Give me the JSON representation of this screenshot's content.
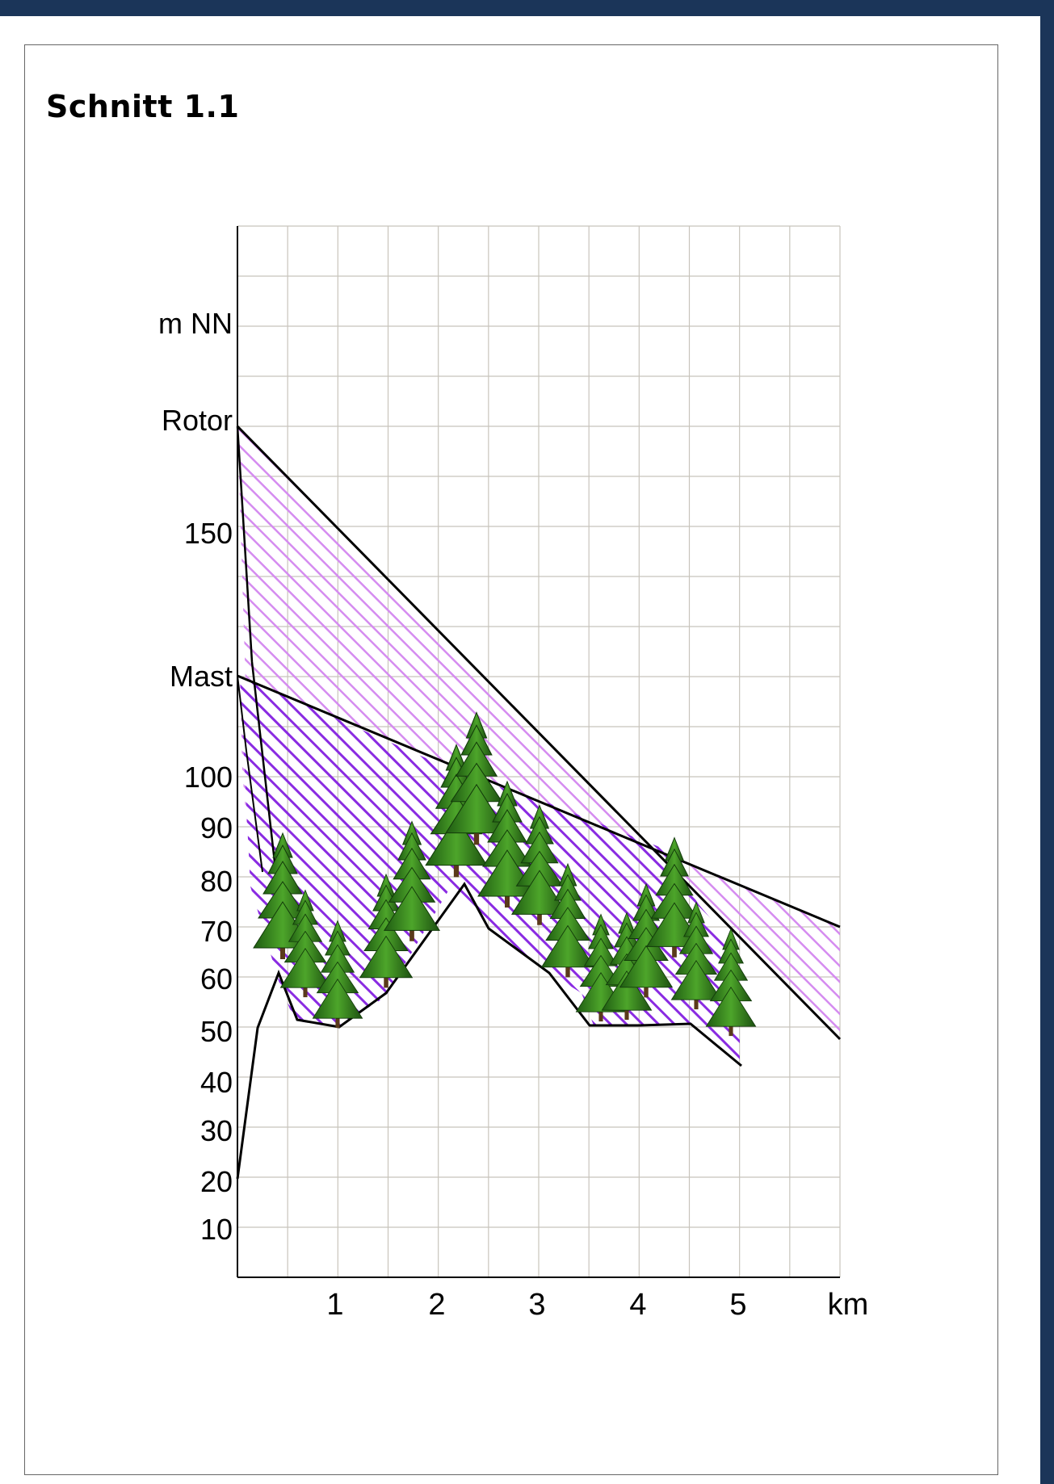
{
  "title": "Schnitt 1.1",
  "axis": {
    "y_unit": "m NN",
    "x_unit": "km",
    "y_ticks": [
      "10",
      "20",
      "30",
      "40",
      "50",
      "60",
      "70",
      "80",
      "90",
      "100",
      "150"
    ],
    "y_markers": [
      "Rotor",
      "Mast"
    ],
    "x_ticks": [
      "1",
      "2",
      "3",
      "4",
      "5"
    ]
  },
  "colors": {
    "background_frame": "#1b3559",
    "grid": "#c8c4bc",
    "hatch_dark": "#8a2be2",
    "hatch_light": "#d58cf0",
    "tree": "#2e7d1a"
  },
  "terrain_profile_km_m": [
    [
      0,
      20
    ],
    [
      0.2,
      50
    ],
    [
      0.4,
      60
    ],
    [
      0.6,
      50
    ],
    [
      1.0,
      45
    ],
    [
      1.5,
      57
    ],
    [
      2.0,
      75
    ],
    [
      2.3,
      80
    ],
    [
      2.5,
      70
    ],
    [
      3.0,
      60
    ],
    [
      3.5,
      50
    ],
    [
      4.0,
      50
    ],
    [
      4.5,
      50
    ],
    [
      5.0,
      43
    ]
  ],
  "sight_lines": [
    {
      "label": "Rotor",
      "from_km": 0,
      "to_km": 6
    },
    {
      "label": "Mast",
      "from_km": 0,
      "to_km": 6
    }
  ]
}
